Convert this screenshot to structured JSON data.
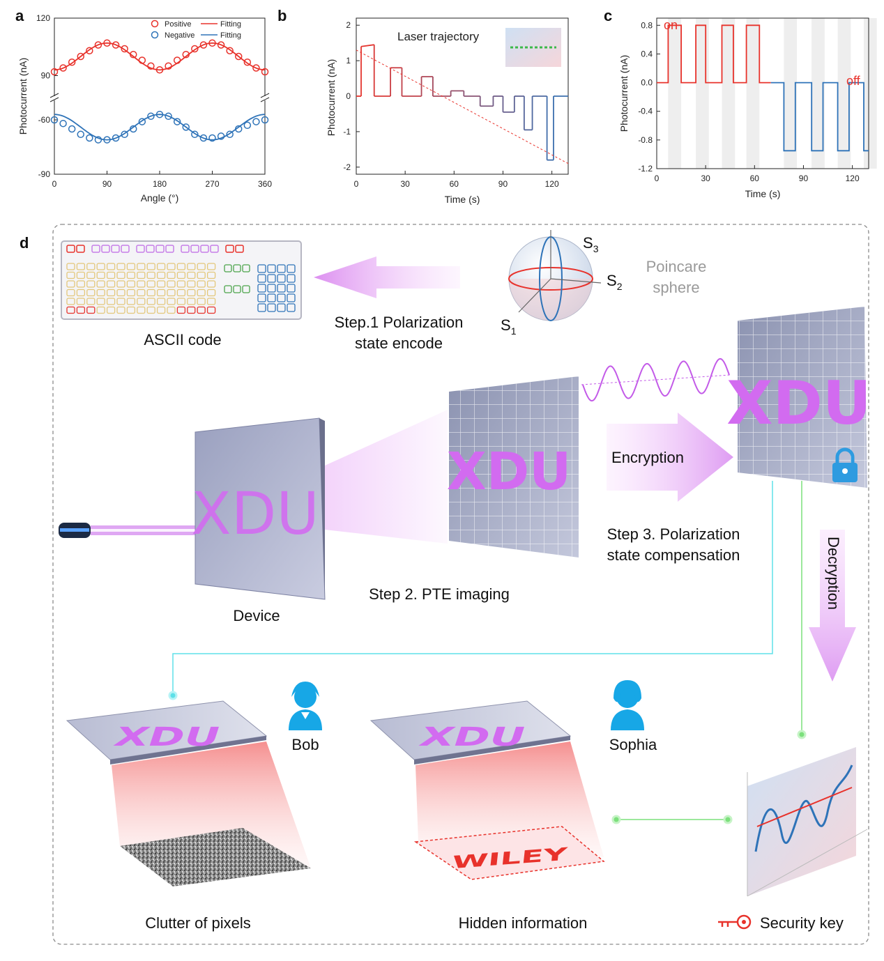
{
  "panels": {
    "a": "a",
    "b": "b",
    "c": "c",
    "d": "d"
  },
  "colors": {
    "red": "#e8322b",
    "blue": "#2e73b8",
    "purple": "#d26bf0",
    "cyan": "#5ee0e8",
    "green": "#7ce07c"
  },
  "chart_data": [
    {
      "type": "scatter",
      "panel": "a",
      "xlabel": "Angle (°)",
      "ylabel": "Photocurrent (nA)",
      "xlim": [
        0,
        360
      ],
      "xticks": [
        "0",
        "90",
        "180",
        "270",
        "360"
      ],
      "yticks": [
        "120",
        "90",
        "-60",
        "-90"
      ],
      "broken_axis": true,
      "legend": [
        {
          "name": "Positive",
          "style": "circle",
          "color": "#e8322b"
        },
        {
          "name": "Fitting",
          "style": "line",
          "color": "#e8322b"
        },
        {
          "name": "Negative",
          "style": "circle",
          "color": "#2e73b8"
        },
        {
          "name": "Fitting",
          "style": "line",
          "color": "#2e73b8"
        }
      ],
      "series": [
        {
          "name": "Positive",
          "x": [
            0,
            15,
            30,
            45,
            60,
            75,
            90,
            105,
            120,
            135,
            150,
            165,
            180,
            195,
            210,
            225,
            240,
            255,
            270,
            285,
            300,
            315,
            330,
            345,
            360
          ],
          "y": [
            92,
            94,
            97,
            100,
            103,
            106,
            107,
            106,
            104,
            101,
            98,
            95,
            93,
            95,
            98,
            101,
            104,
            106,
            107,
            106,
            103,
            100,
            97,
            94,
            92
          ]
        },
        {
          "name": "Negative",
          "x": [
            0,
            15,
            30,
            45,
            60,
            75,
            90,
            105,
            120,
            135,
            150,
            165,
            180,
            195,
            210,
            225,
            240,
            255,
            270,
            285,
            300,
            315,
            330,
            345,
            360
          ],
          "y": [
            -60,
            -62,
            -65,
            -68,
            -70,
            -71,
            -71,
            -70,
            -68,
            -65,
            -61,
            -58,
            -57,
            -58,
            -61,
            -64,
            -68,
            -70,
            -70,
            -69,
            -68,
            -65,
            -63,
            -61,
            -60
          ]
        }
      ]
    },
    {
      "type": "line",
      "panel": "b",
      "xlabel": "Time (s)",
      "ylabel": "Photocurrent (nA)",
      "xlim": [
        0,
        130
      ],
      "ylim": [
        -2.2,
        2.2
      ],
      "xticks": [
        "0",
        "30",
        "60",
        "90",
        "120"
      ],
      "yticks": [
        "2",
        "1",
        "0",
        "-1",
        "-2"
      ],
      "annotation": "Laser trajectory",
      "series": [
        {
          "name": "",
          "x": [
            0,
            3,
            3,
            11,
            11,
            21,
            21,
            28,
            28,
            40,
            40,
            47,
            47,
            58,
            58,
            66,
            66,
            76,
            76,
            84,
            84,
            90,
            90,
            97,
            97,
            103,
            103,
            108,
            108,
            117,
            117,
            121,
            121,
            130
          ],
          "y": [
            0,
            0,
            1.4,
            1.45,
            0,
            0,
            0.8,
            0.8,
            0,
            0,
            0.55,
            0.55,
            0,
            0,
            0.15,
            0.15,
            0,
            0,
            -0.28,
            -0.28,
            0,
            0,
            -0.45,
            -0.45,
            0,
            0,
            -0.95,
            -0.95,
            0,
            0,
            -1.8,
            -1.8,
            0,
            0
          ]
        },
        {
          "name": "",
          "x": [
            0,
            130
          ],
          "y": [
            1.3,
            -1.9
          ],
          "style": "dashed"
        }
      ]
    },
    {
      "type": "line",
      "panel": "c",
      "xlabel": "Time (s)",
      "ylabel": "Photocurrent (nA)",
      "xlim": [
        0,
        130
      ],
      "ylim": [
        -1.2,
        0.9
      ],
      "xticks": [
        "0",
        "30",
        "60",
        "90",
        "120"
      ],
      "yticks": [
        "0.8",
        "0.4",
        "0.0",
        "-0.4",
        "-0.8",
        "-1.2"
      ],
      "on_label": "on",
      "off_label": "off",
      "series": [
        {
          "name": "",
          "x": [
            0,
            7,
            7,
            15,
            15,
            24,
            24,
            30,
            30,
            40,
            40,
            47,
            47,
            55,
            55,
            63,
            63,
            70
          ],
          "y": [
            0,
            0,
            0.8,
            0.8,
            0,
            0,
            0.8,
            0.8,
            0,
            0,
            0.8,
            0.8,
            0,
            0,
            0.8,
            0.8,
            0,
            0
          ]
        },
        {
          "name": "",
          "x": [
            70,
            78,
            78,
            85,
            85,
            95,
            95,
            102,
            102,
            111,
            111,
            118,
            118,
            127,
            127,
            130
          ],
          "y": [
            0,
            0,
            -0.95,
            -0.95,
            0,
            0,
            -0.95,
            -0.95,
            0,
            0,
            -0.95,
            -0.95,
            0,
            0,
            -0.95,
            -0.95
          ]
        }
      ]
    }
  ],
  "diagram": {
    "poincare_label": "Poincare\nsphere",
    "poincare_line1": "Poincare",
    "poincare_line2": "sphere",
    "s1": "S",
    "s1_sub": "1",
    "s2": "S",
    "s2_sub": "2",
    "s3": "S",
    "s3_sub": "3",
    "ascii": "ASCII code",
    "step1_line1": "Step.1 Polarization",
    "step1_line2": "state encode",
    "step2": "Step 2. PTE imaging",
    "step3_line1": "Step 3. Polarization",
    "step3_line2": "state compensation",
    "encryption": "Encryption",
    "decryption": "Decryption",
    "device": "Device",
    "xdu": "XDU",
    "bob": "Bob",
    "sophia": "Sophia",
    "clutter": "Clutter of pixels",
    "hidden": "Hidden information",
    "security": "Security key",
    "wiley": "WILEY"
  }
}
